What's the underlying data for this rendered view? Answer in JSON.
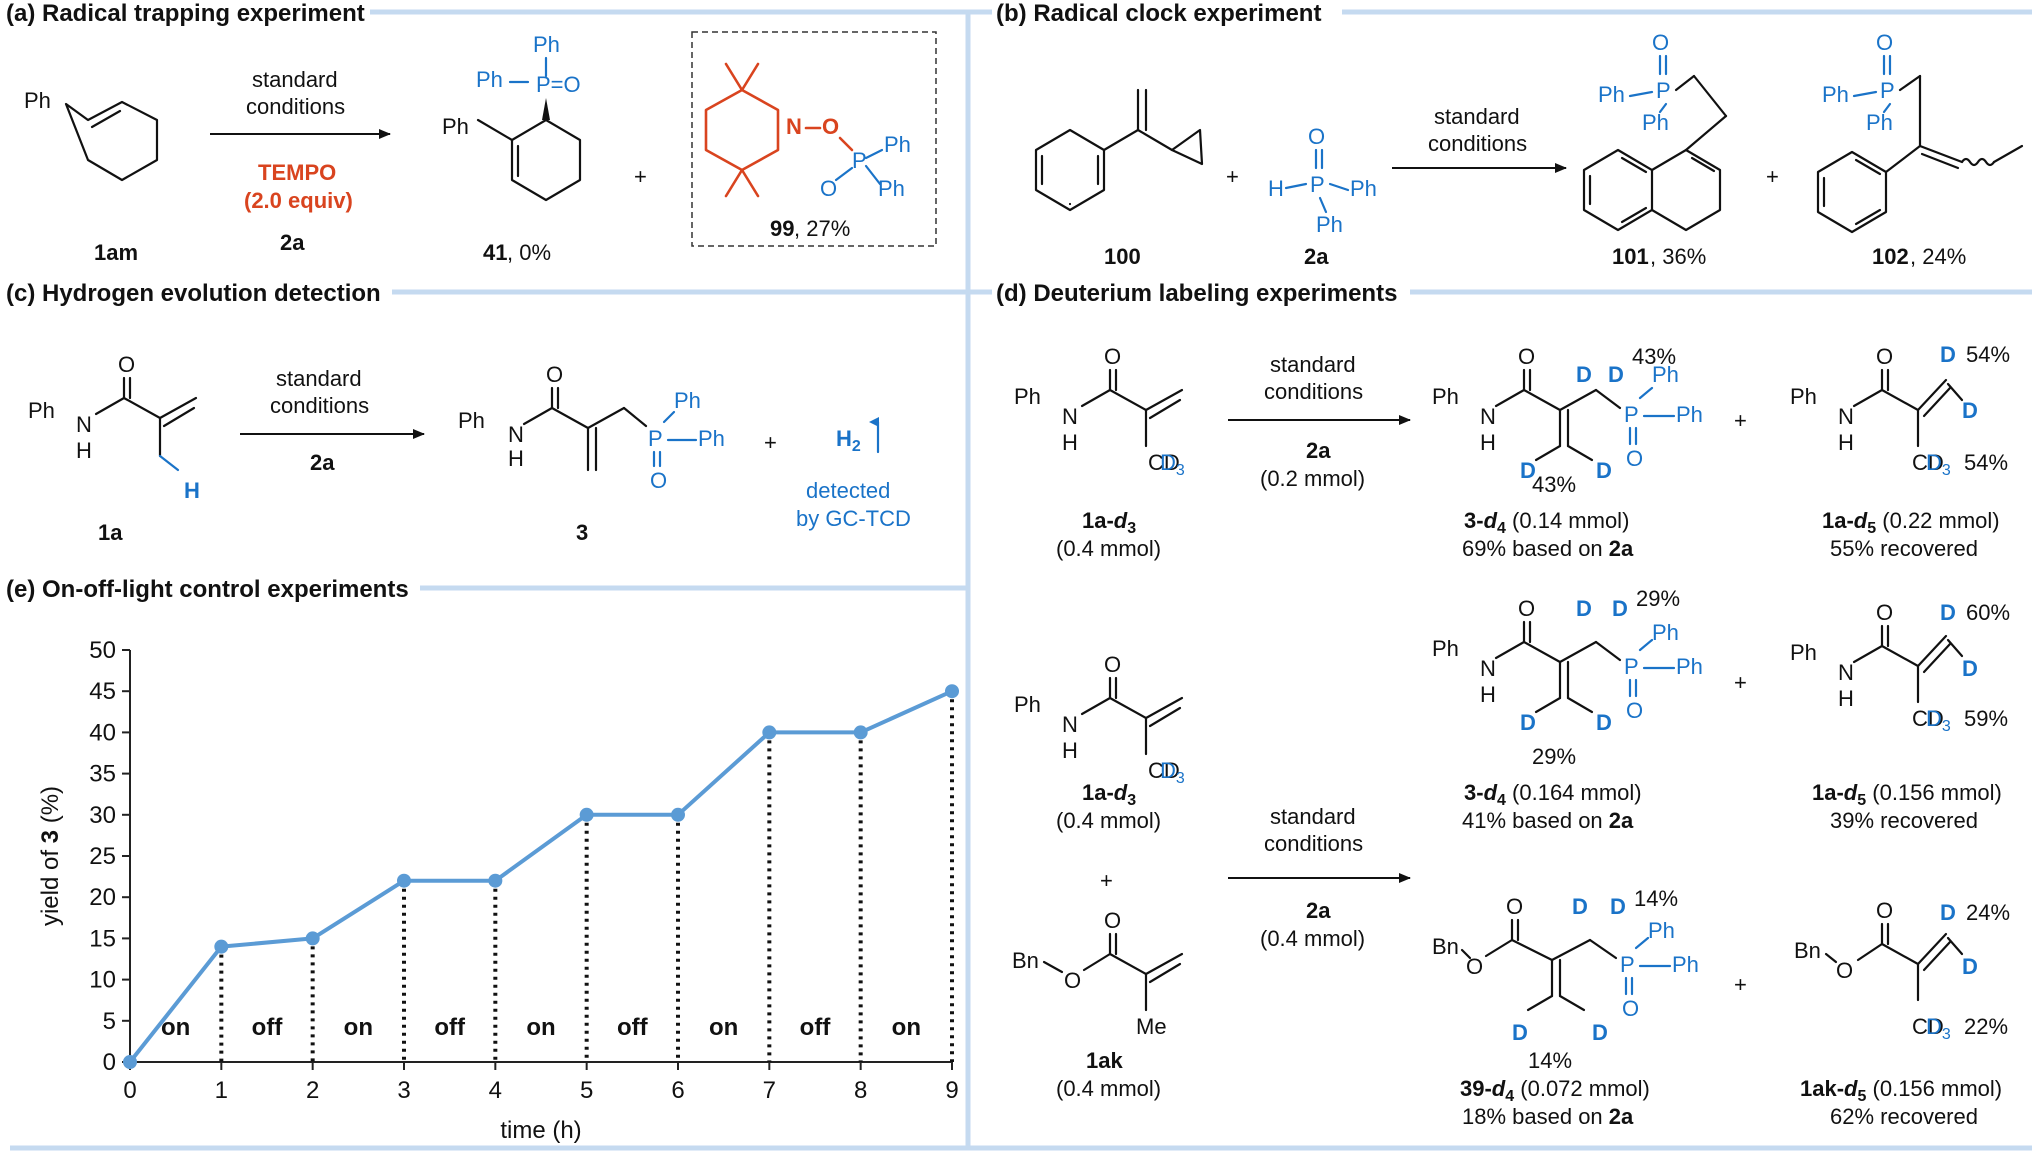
{
  "panels": {
    "a": {
      "title": "(a) Radical trapping experiment",
      "sm_label": "1am",
      "sm_ph": "Ph",
      "cond1": "standard",
      "cond2": "conditions",
      "additive": "TEMPO",
      "additive_amt": "(2.0 equiv)",
      "reagent": "2a",
      "product_label": "41",
      "product_yield": ", 0%",
      "plus": "+",
      "adduct_label": "99",
      "adduct_yield": ", 27%"
    },
    "b": {
      "title": "(b) Radical clock experiment",
      "sm_label": "100",
      "reagent_label": "2a",
      "cond1": "standard",
      "cond2": "conditions",
      "prod1_label": "101",
      "prod1_yield": ", 36%",
      "prod2_label": "102",
      "prod2_yield": ", 24%",
      "plus": "+"
    },
    "c": {
      "title": "(c) Hydrogen evolution detection",
      "sm_label": "1a",
      "cond1": "standard",
      "cond2": "conditions",
      "reagent": "2a",
      "product_label": "3",
      "plus": "+",
      "gas": "H",
      "gas_sub": "2",
      "detect1": "detected",
      "detect2": "by GC-TCD"
    },
    "d": {
      "title": "(d) Deuterium labeling experiments",
      "row1": {
        "sm_label": "1a-",
        "sm_label_it": "d",
        "sm_label_sub": "3",
        "sm_amount": "(0.4 mmol)",
        "cond1": "standard",
        "cond2": "conditions",
        "reagent": "2a",
        "reagent_amount": "(0.2 mmol)",
        "p_label": "3-",
        "p_label_it": "d",
        "p_label_sub": "4",
        "p_amount": " (0.14 mmol)",
        "p_yield": "69% based on ",
        "p_yield_ref": "2a",
        "p_pct_top": "43%",
        "p_pct_bottom": "43%",
        "r_label": "1a-",
        "r_label_it": "d",
        "r_label_sub": "5",
        "r_amount": " (0.22 mmol)",
        "r_rec": "55% recovered",
        "r_pct_top": "54%",
        "r_pct_bottom": "54%",
        "plus": "+"
      },
      "row2": {
        "sm_label": "1a-",
        "sm_label_it": "d",
        "sm_label_sub": "3",
        "sm_amount": "(0.4 mmol)",
        "p_label": "3-",
        "p_label_it": "d",
        "p_label_sub": "4",
        "p_amount": " (0.164 mmol)",
        "p_yield": "41% based on ",
        "p_yield_ref": "2a",
        "p_pct_top": "29%",
        "p_pct_bottom": "29%",
        "r_label": "1a-",
        "r_label_it": "d",
        "r_label_sub": "5",
        "r_amount": " (0.156 mmol)",
        "r_rec": "39% recovered",
        "r_pct_top": "60%",
        "r_pct_bottom": "59%",
        "plus": "+"
      },
      "mid": {
        "plus": "+",
        "cond1": "standard",
        "cond2": "conditions",
        "reagent": "2a",
        "reagent_amount": "(0.4 mmol)"
      },
      "row3": {
        "sm_label": "1ak",
        "sm_amount": "(0.4 mmol)",
        "p_label": "39-",
        "p_label_it": "d",
        "p_label_sub": "4",
        "p_amount": " (0.072 mmol)",
        "p_yield": "18% based on ",
        "p_yield_ref": "2a",
        "p_pct_top": "14%",
        "p_pct_bottom": "14%",
        "r_label": "1ak-",
        "r_label_it": "d",
        "r_label_sub": "5",
        "r_amount": " (0.156 mmol)",
        "r_rec": "62% recovered",
        "r_pct_top": "24%",
        "r_pct_bottom": "22%",
        "plus": "+"
      }
    },
    "e": {
      "title": "(e) On-off-light control experiments"
    }
  },
  "atoms": {
    "Ph": "Ph",
    "P": "P",
    "O": "O",
    "N": "N",
    "H": "H",
    "D": "D",
    "CD": "CD",
    "sub3": "3",
    "Bn": "Bn",
    "Me": "Me",
    "PO": "P=O",
    "OP": "O=P"
  },
  "colors": {
    "accent_blue": "#1a73c8",
    "tempo_red": "#d9441f",
    "line_blue": "#5b9bd5",
    "divider": "#c5daf0"
  },
  "chart_data": {
    "type": "line",
    "title": "",
    "xlabel": "time (h)",
    "ylabel_prefix": "yield of ",
    "ylabel_bold": "3",
    "ylabel_suffix": " (%)",
    "x": [
      0,
      1,
      2,
      3,
      4,
      5,
      6,
      7,
      8,
      9
    ],
    "series": [
      {
        "values": [
          0,
          14,
          15,
          22,
          22,
          30,
          30,
          40,
          40,
          45
        ]
      }
    ],
    "xlim": [
      0,
      9
    ],
    "ylim": [
      0,
      50
    ],
    "xticks": [
      "0",
      "1",
      "2",
      "3",
      "4",
      "5",
      "6",
      "7",
      "8",
      "9"
    ],
    "yticks": [
      "0",
      "5",
      "10",
      "15",
      "20",
      "25",
      "30",
      "35",
      "40",
      "45",
      "50"
    ],
    "segments": [
      "on",
      "off",
      "on",
      "off",
      "on",
      "off",
      "on",
      "off",
      "on"
    ],
    "grid": false,
    "line_color": "#5b9bd5"
  }
}
